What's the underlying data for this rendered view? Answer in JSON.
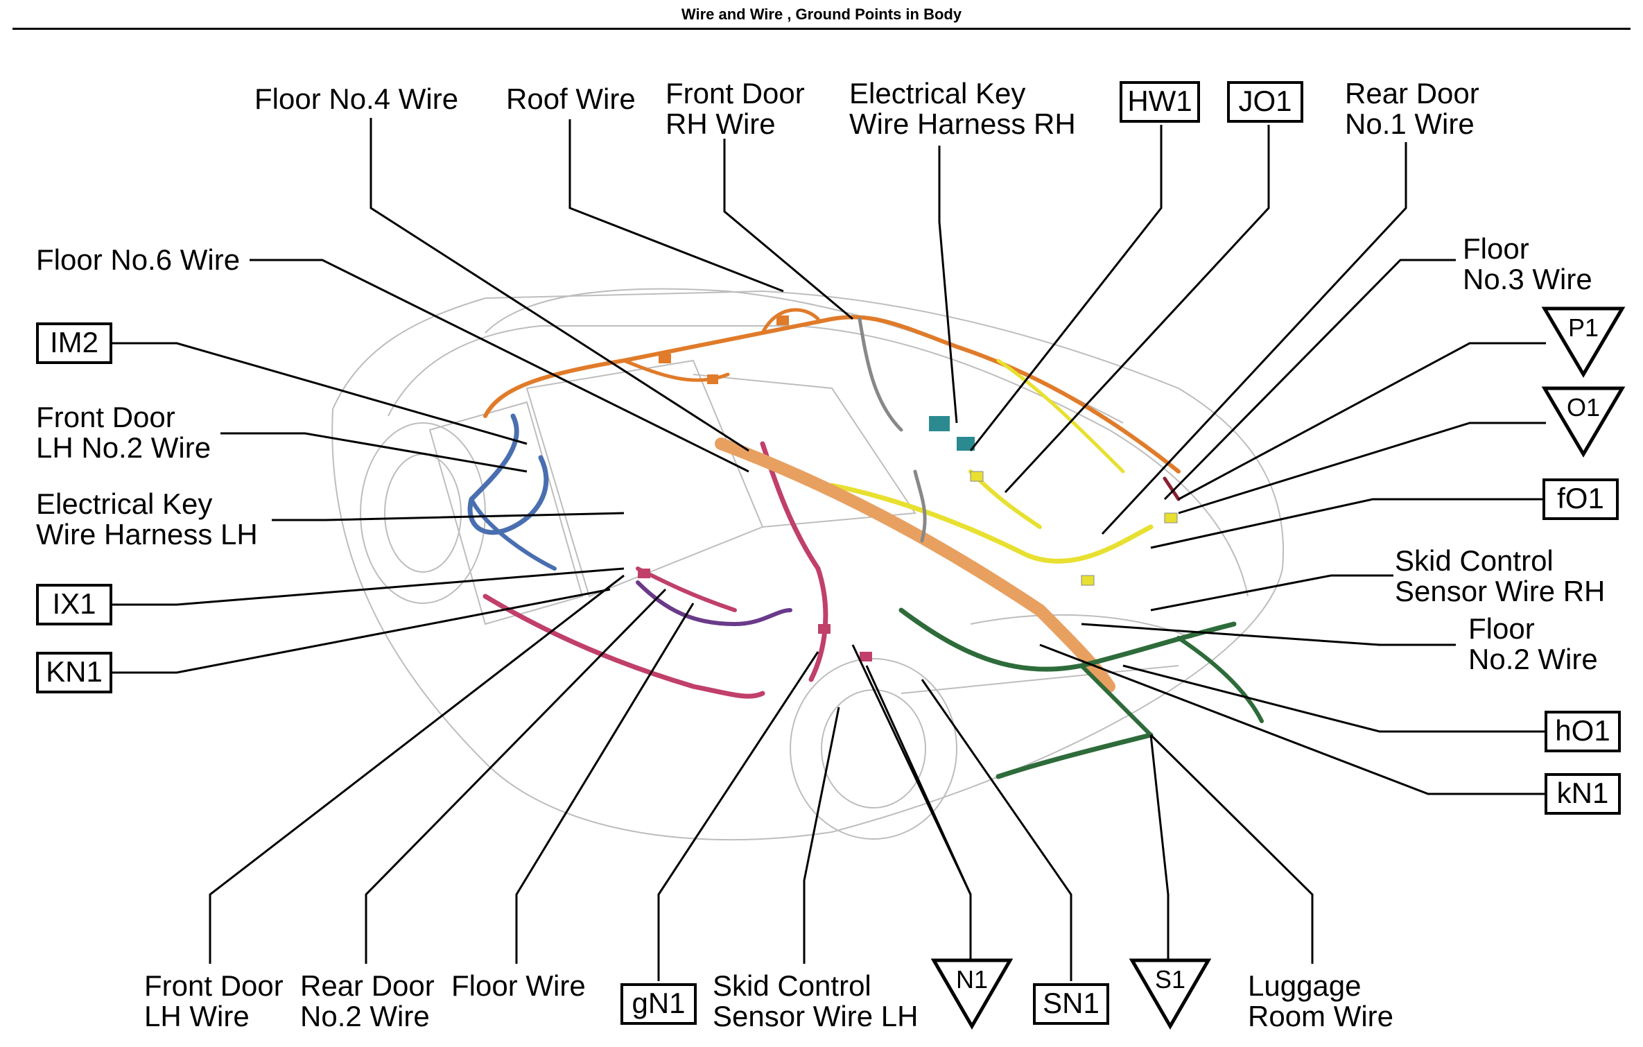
{
  "title": "Wire and Wire , Ground Points in Body",
  "labels": {
    "floor4": "Floor No.4 Wire",
    "roof": "Roof Wire",
    "frontDoorRH": "Front Door\nRH Wire",
    "ekRH": "Electrical Key\nWire Harness RH",
    "rearDoor1": "Rear Door\nNo.1 Wire",
    "floor6": "Floor No.6 Wire",
    "floor3": "Floor\nNo.3 Wire",
    "frontDoorLH2": "Front Door\nLH No.2 Wire",
    "ekLH": "Electrical Key\nWire Harness LH",
    "skidRH": "Skid Control\nSensor Wire RH",
    "floor2": "Floor\nNo.2 Wire",
    "frontDoorLH": "Front Door\nLH Wire",
    "rearDoor2": "Rear Door\nNo.2 Wire",
    "floor": "Floor Wire",
    "skidLH": "Skid Control\nSensor Wire LH",
    "luggage": "Luggage\nRoom Wire"
  },
  "boxes": {
    "hw1": "HW1",
    "jo1": "JO1",
    "im2": "IM2",
    "ix1": "IX1",
    "kn1": "KN1",
    "fo1": "fO1",
    "ho1": "hO1",
    "kn1b": "kN1",
    "gn1": "gN1",
    "sn1": "SN1"
  },
  "triangles": {
    "p1": "P1",
    "o1": "O1",
    "n1": "N1",
    "s1": "S1"
  },
  "colors": {
    "orange": "#e07b2a",
    "yellow": "#e8e030",
    "blue": "#4a6fb0",
    "pink": "#c0406a",
    "magenta": "#c03080",
    "purple": "#6a3a8a",
    "green": "#2e6b3a",
    "gray": "#888888",
    "tan": "#e8a060",
    "teal": "#2a8a90",
    "maroon": "#8a2030"
  }
}
